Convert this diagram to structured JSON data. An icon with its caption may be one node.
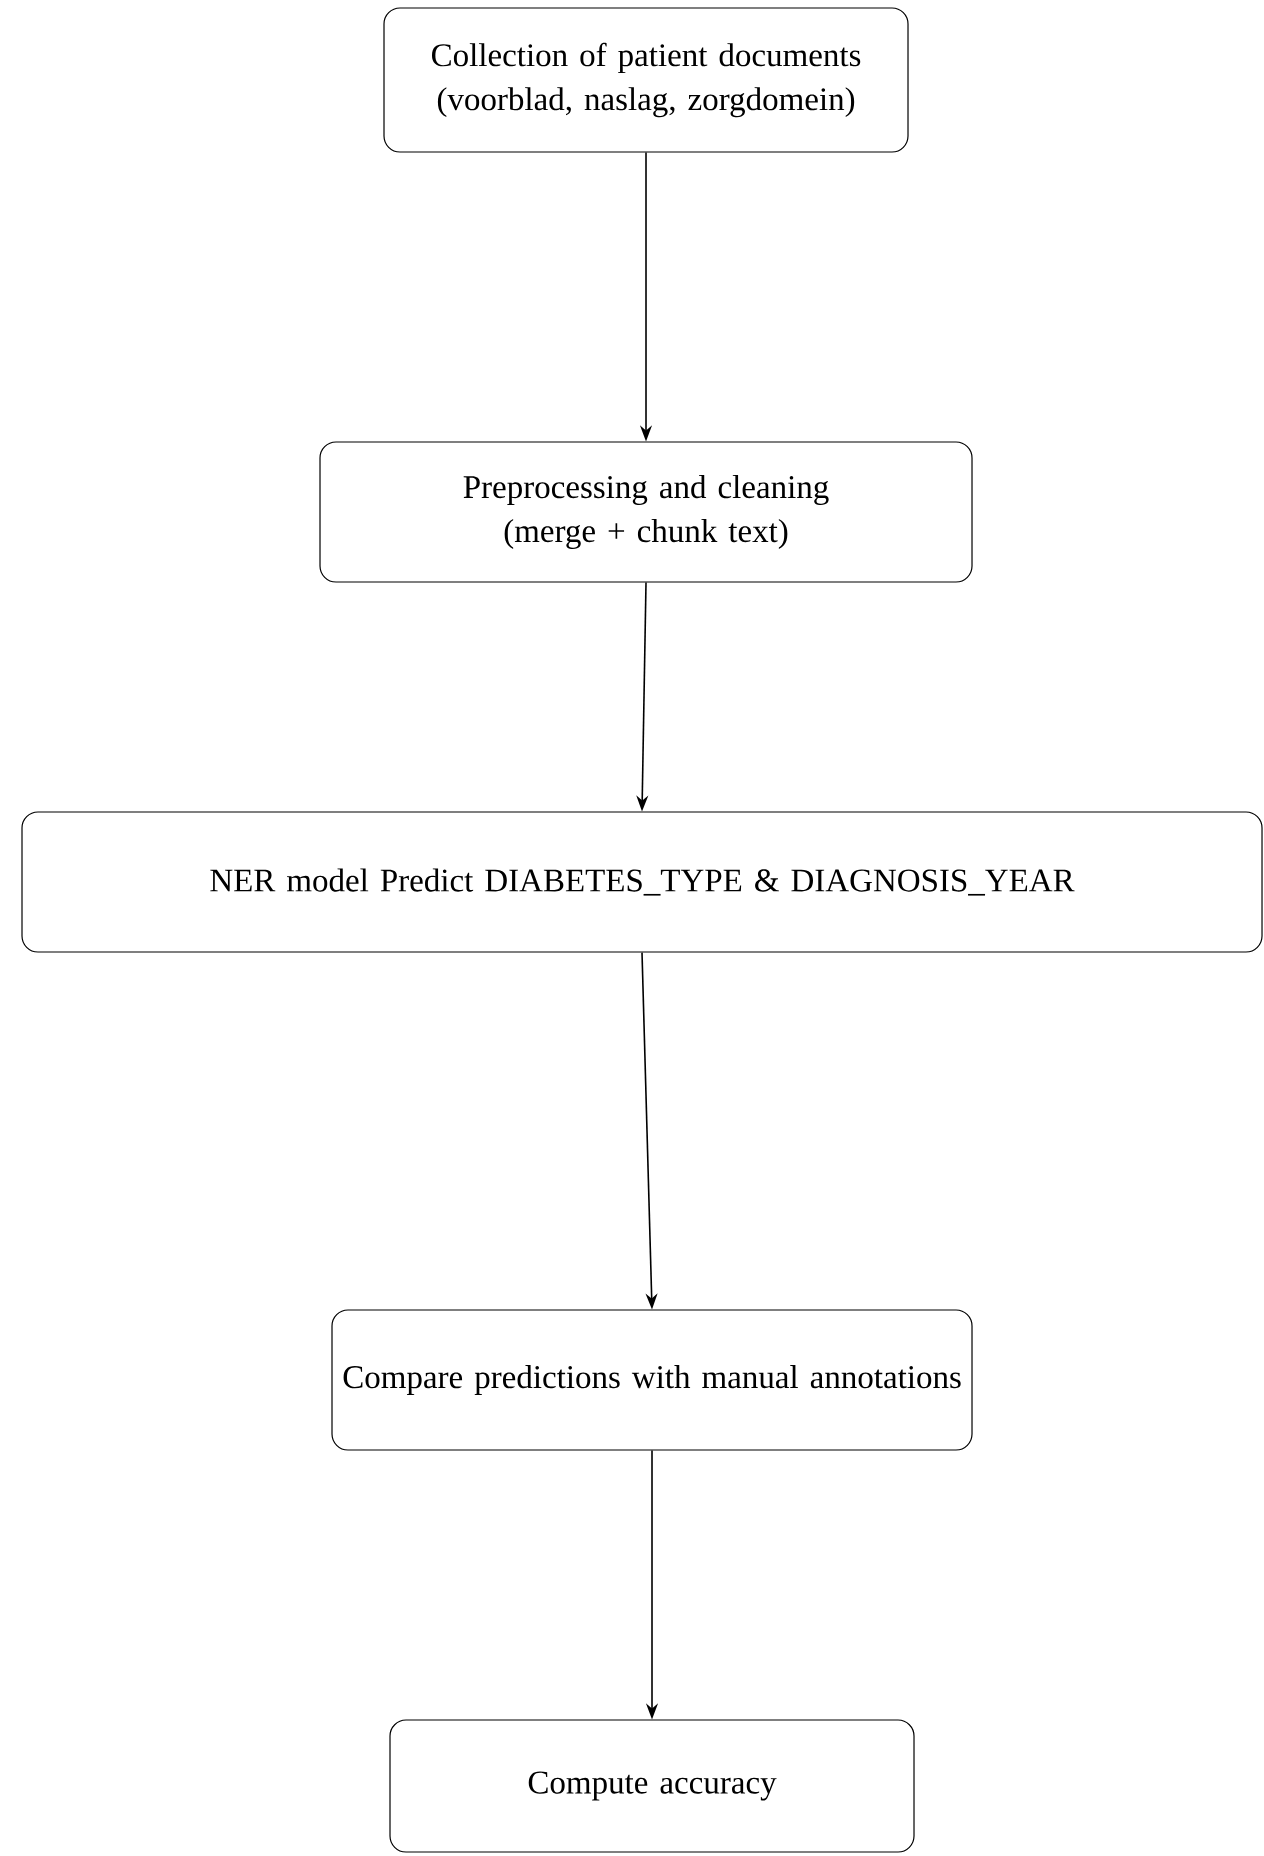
{
  "diagram": {
    "nodes": [
      {
        "text": [
          "Collection of patient documents (voorblad, naslag, zorgdomein)"
        ]
      },
      {
        "text": [
          "Preprocessing and cleaning (merge + chunk text)"
        ]
      },
      {
        "text": [
          "NER model Predict DIABETES_TYPE & DIAGNOSIS_YEAR"
        ]
      },
      {
        "text": [
          "Compare predictions with manual annotations"
        ]
      },
      {
        "text": [
          "Compute accuracy"
        ]
      }
    ],
    "edges": [
      {
        "from": 0,
        "to": 1,
        "arrow": "to"
      },
      {
        "from": 1,
        "to": 2,
        "arrow": "to"
      },
      {
        "from": 2,
        "to": 3,
        "arrow": "to"
      },
      {
        "from": 3,
        "to": 4,
        "arrow": "to"
      }
    ]
  }
}
